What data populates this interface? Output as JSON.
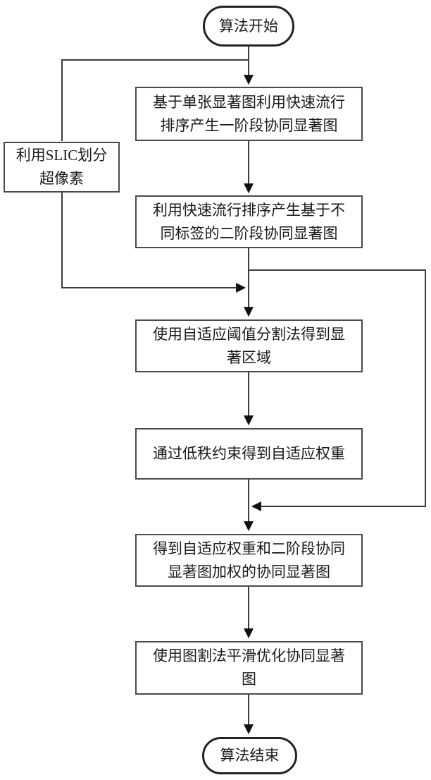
{
  "diagram": {
    "description": "Flowchart of a co-saliency detection algorithm",
    "colors": {
      "background": "#ffffff",
      "line": "#3d3d3d",
      "arrowhead": "#111111",
      "process_border": "#4a4a4a",
      "terminal_border": "#222222",
      "text": "#1a1a1a"
    },
    "nodes": {
      "start": {
        "label": "算法开始"
      },
      "step1": {
        "label": "基于单张显著图利用快速流行\n排序产生一阶段协同显著图"
      },
      "slic": {
        "label": "利用SLIC划分\n超像素"
      },
      "step2": {
        "label": "利用快速流行排序产生基于不\n同标签的二阶段协同显著图"
      },
      "step3": {
        "label": "使用自适应阈值分割法得到显\n著区域"
      },
      "step4": {
        "label": "通过低秩约束得到自适应权重"
      },
      "step5": {
        "label": "得到自适应权重和二阶段协同\n显著图加权的协同显著图"
      },
      "step6": {
        "label": "使用图割法平滑优化协同显著\n图"
      },
      "end": {
        "label": "算法结束"
      }
    }
  }
}
